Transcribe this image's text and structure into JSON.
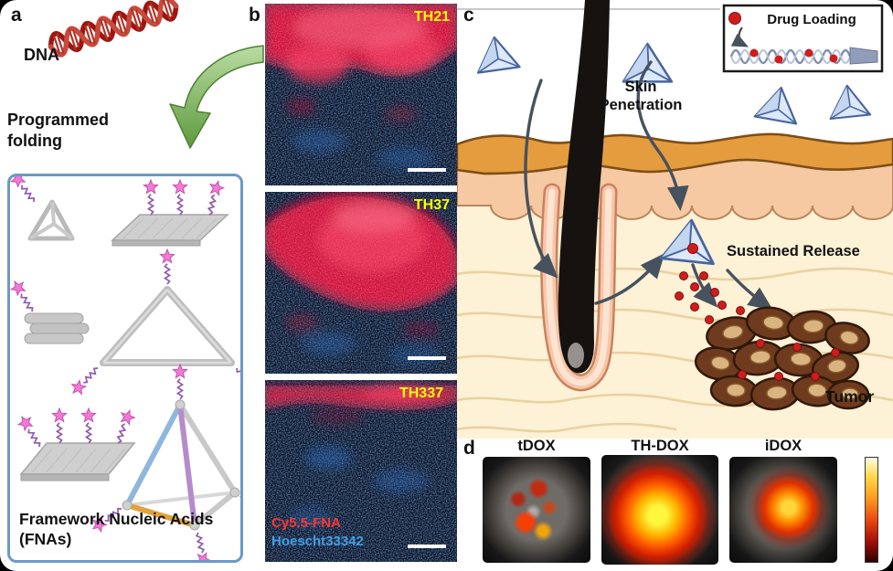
{
  "panel_a": {
    "label": "a",
    "dna_label": "DNA",
    "folding_label": "Programmed folding",
    "fna_caption": "Framework Nucleic Acids (FNAs)"
  },
  "panel_b": {
    "label": "b",
    "micrographs": [
      {
        "label": "TH21"
      },
      {
        "label": "TH37"
      },
      {
        "label": "TH337"
      }
    ],
    "legend": {
      "red": "Cy5.5-FNA",
      "blue": "Hoescht33342"
    }
  },
  "panel_c": {
    "label": "c",
    "drug_loading": "Drug Loading",
    "skin_penetration": "Skin Penetration",
    "sustained_release": "Sustained Release",
    "tumor": "Tumor"
  },
  "panel_d": {
    "label": "d",
    "samples": [
      {
        "label": "tDOX"
      },
      {
        "label": "TH-DOX"
      },
      {
        "label": "iDOX"
      }
    ]
  },
  "colors": {
    "cy55_red": "#ff3434",
    "hoechst_blue": "#3fa0e8",
    "micro_label_yellow": "#ffff00",
    "fna_box_border": "#6b9ac4",
    "star_pink": "#f27ad6",
    "tetra_blue": "#dce9fa",
    "drug_dot_red": "#cf1d1d"
  }
}
